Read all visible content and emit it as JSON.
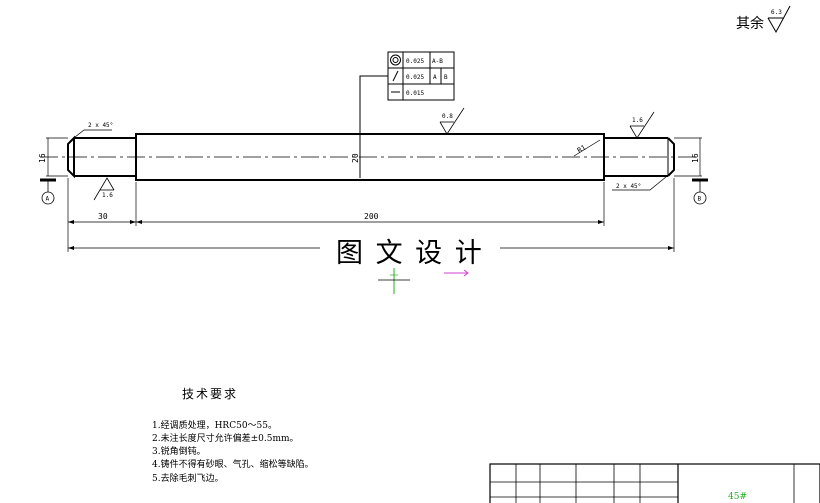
{
  "surface_note": {
    "label": "其余",
    "roughness": "6.3"
  },
  "tolerance_frame": [
    {
      "symbol": "circular-runout-icon",
      "value": "0.025",
      "datum": "A-B",
      "datum2": ""
    },
    {
      "symbol": "runout-icon",
      "value": "0.025",
      "datum": "A",
      "datum2": "B"
    },
    {
      "symbol": "straightness-icon",
      "value": "0.015",
      "datum": "",
      "datum2": ""
    }
  ],
  "roughness_marks": {
    "mid": "0.8",
    "right": "1.6",
    "left": "1.6"
  },
  "chamfers": {
    "left": "2 x 45°",
    "right": "2 x 45°"
  },
  "fillet": "R1",
  "diameters": {
    "left": "16",
    "middle": "20",
    "right": "16"
  },
  "datums": {
    "left": "A",
    "right": "B"
  },
  "lengths": {
    "left_step": "30",
    "middle": "200"
  },
  "watermark": "图 文 设 计",
  "requirements": {
    "title": "技术要求",
    "items": [
      "1.经调质处理，HRC50～55。",
      "2.未注长度尺寸允许偏差±0.5mm。",
      "3.锐角倒钝。",
      "4.铸件不得有砂眼、气孔、缩松等缺陷。",
      "5.去除毛刺飞边。"
    ]
  },
  "title_block": {
    "material": "45#"
  },
  "colors": {
    "line": "#000000",
    "accent": "#20b020",
    "magenta": "#d040d0"
  }
}
